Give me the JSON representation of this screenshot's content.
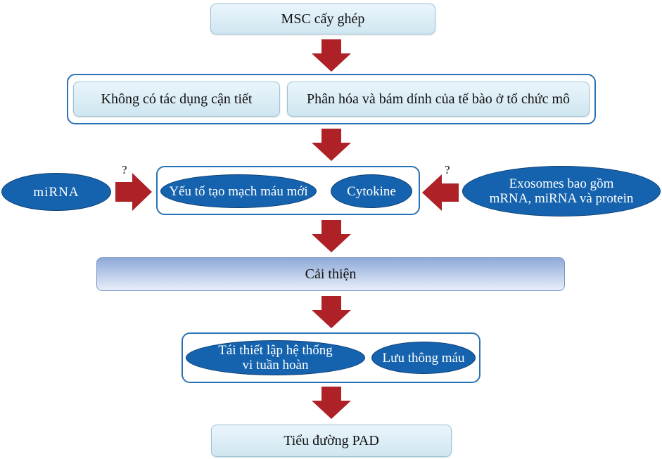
{
  "diagram": {
    "top": "MSC cấy ghép",
    "row2": [
      "Không có tác dụng cận tiết",
      "Phân hóa và bám dính của tế bào ở tổ chức mô"
    ],
    "left_input": "miRNA",
    "left_question": "?",
    "center_items": [
      "Yếu tố tạo mạch máu mới",
      "Cytokine"
    ],
    "right_input_line1": "Exosomes bao gồm",
    "right_input_line2": "mRNA, miRNA và protein",
    "right_question": "?",
    "middle": "Cải thiện",
    "row5_item1_line1": "Tái thiết lập hệ thống",
    "row5_item1_line2": "vi tuần hoàn",
    "row5_item2": "Lưu thông máu",
    "bottom": "Tiểu đường PAD"
  },
  "colors": {
    "arrow": "#ad2127",
    "ellipse": "#1563ae",
    "frame": "#2a72b5"
  }
}
